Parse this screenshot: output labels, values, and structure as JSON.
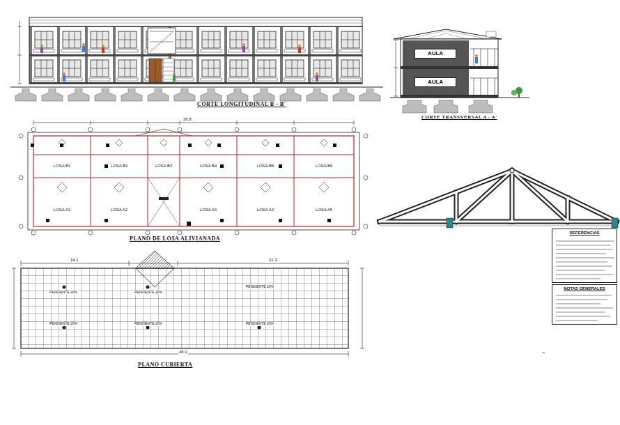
{
  "diagram": {
    "nodes": [
      {
        "text": [
          "AULA"
        ]
      },
      {
        "text": [
          "AULA"
        ]
      },
      {
        "text": [
          "LOSA B1"
        ]
      },
      {
        "text": [
          "LOSA B2"
        ]
      },
      {
        "text": [
          "LOSA B3"
        ]
      },
      {
        "text": [
          "LOSA B4"
        ]
      },
      {
        "text": [
          "LOSA B5"
        ]
      },
      {
        "text": [
          "LOSA B6"
        ]
      },
      {
        "text": [
          "LOSA A1"
        ]
      },
      {
        "text": [
          "LOSA A2"
        ]
      },
      {
        "text": [
          "LOSA A3"
        ]
      },
      {
        "text": [
          "LOSA A4"
        ]
      },
      {
        "text": [
          "LOSA A5"
        ]
      },
      {
        "text": [
          "REFERENCIAS"
        ]
      },
      {
        "text": [
          "NOTAS GENERALES"
        ]
      }
    ],
    "labels": [
      "CORTE LONGITUDINAL B - B'",
      "CORTE TRANSVERSAL A - A'",
      "26.8",
      "PLANO DE LOSA ALIVIANADA",
      "14.1",
      "21.3",
      "PENDIENTE 20%",
      "PENDIENTE 20%",
      "PENDIENTE 20%",
      "PENDIENTE 20%",
      "PENDIENTE 20%",
      "PENDIENTE 20%",
      "46.0",
      "PLANO CUBIERTA"
    ]
  }
}
